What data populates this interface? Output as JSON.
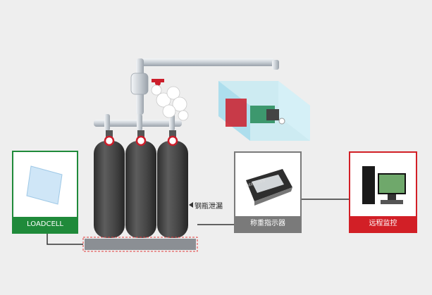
{
  "cards": {
    "loadcell": {
      "label": "LOADCELL",
      "color": "#1f8a3a"
    },
    "indicator": {
      "label": "称重指示器",
      "color": "#7a7a7a"
    },
    "remote": {
      "label": "远程监控",
      "color": "#d21f26"
    }
  },
  "leak_label": "钢瓶泄漏",
  "indicator_device_brand": "BEETOOEN",
  "colors": {
    "cylinder": "#4b4b4b",
    "pipe": "#d8dde2",
    "valve_red": "#cc1d2a",
    "dashed_outline": "#e23b3b",
    "wire": "#333333",
    "room_glass": "#bfe9f3"
  }
}
